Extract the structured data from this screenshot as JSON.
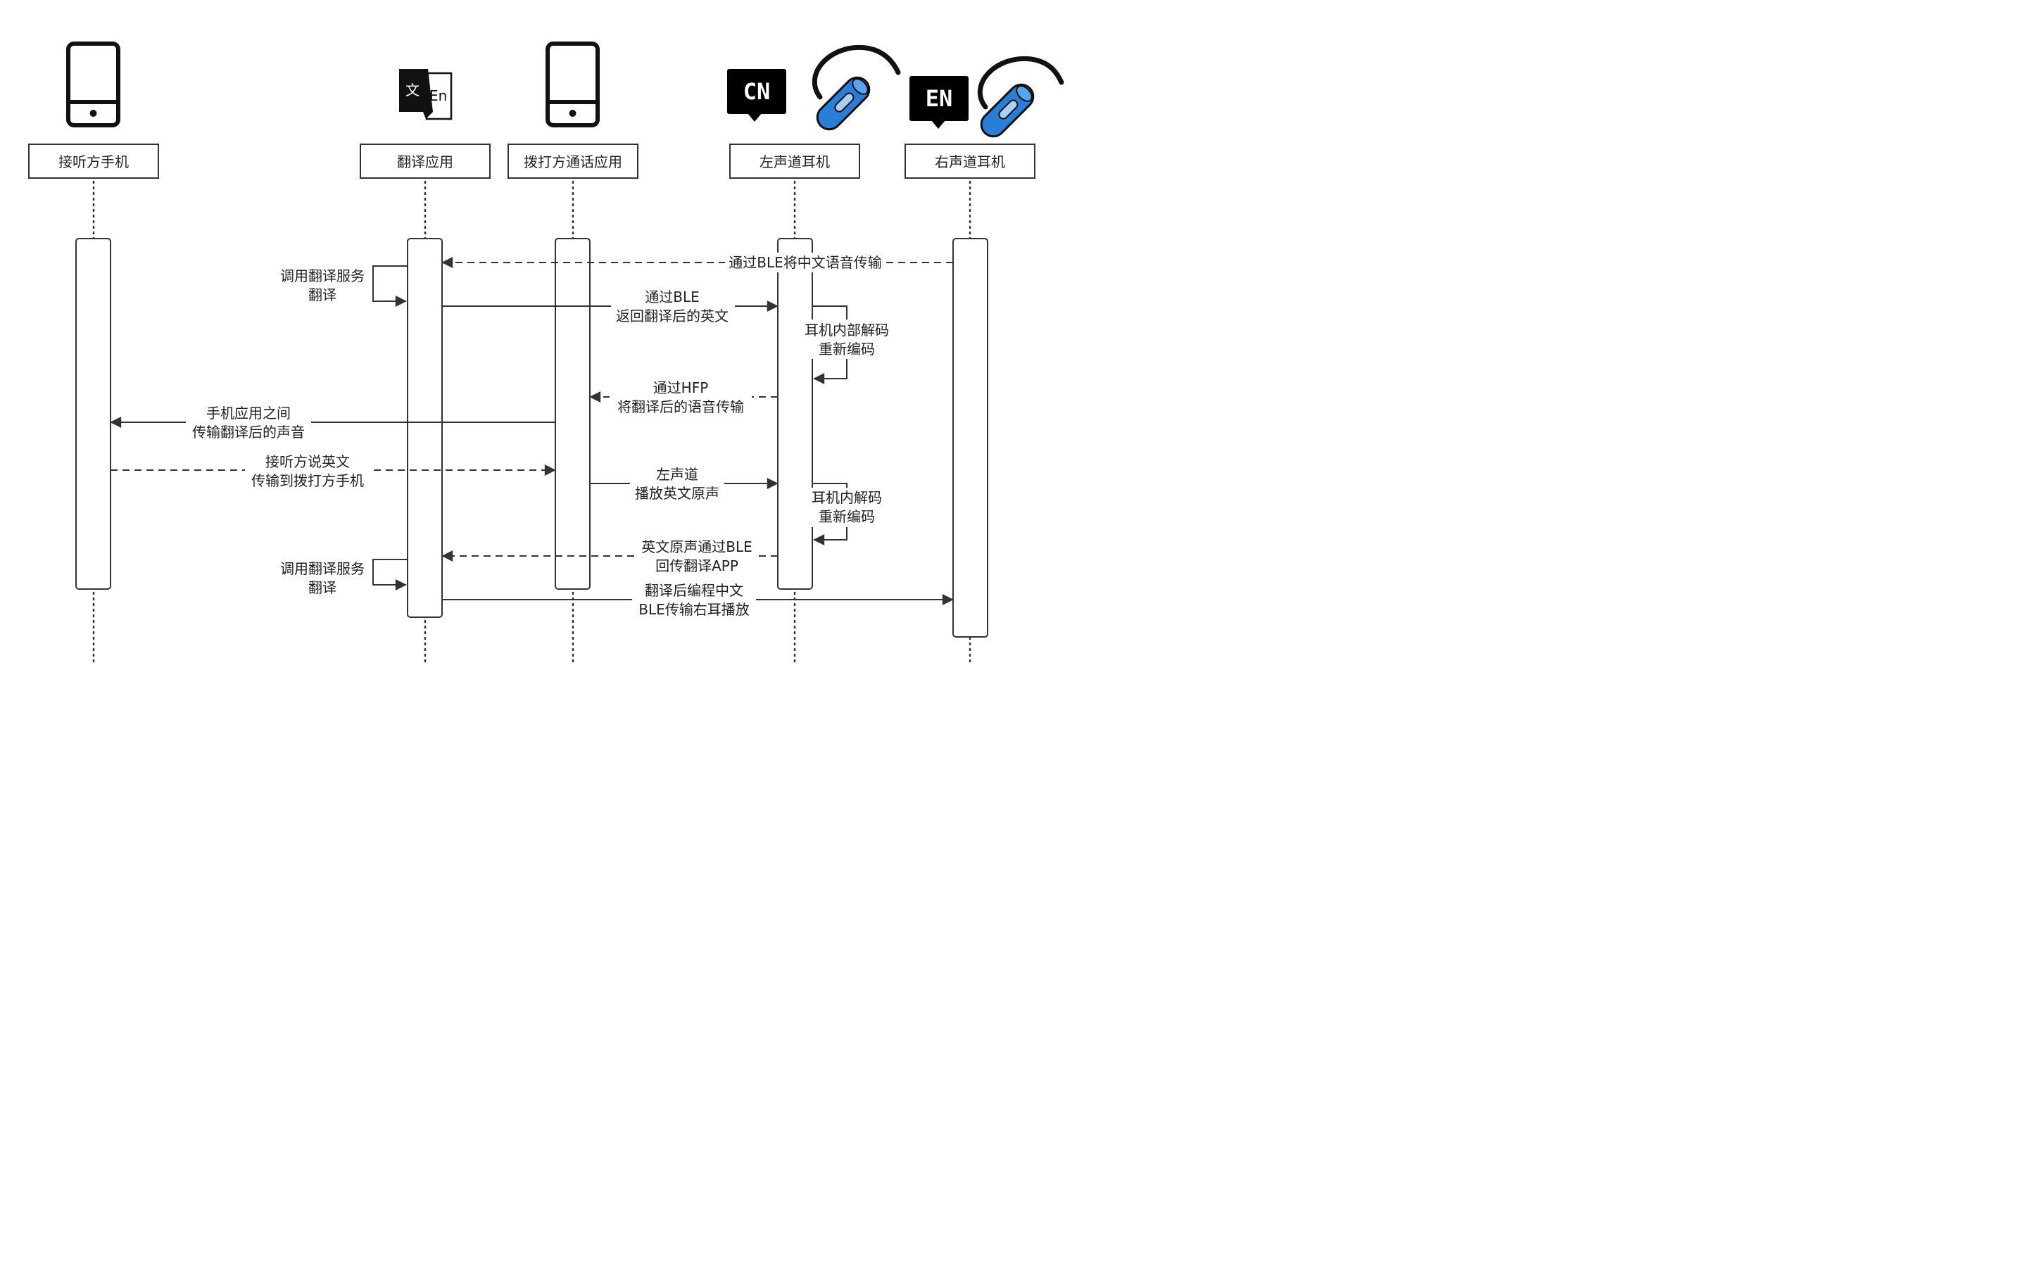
{
  "participants": [
    {
      "id": "p1",
      "label": "接听方手机"
    },
    {
      "id": "p2",
      "label": "翻译应用"
    },
    {
      "id": "p3",
      "label": "拨打方通话应用"
    },
    {
      "id": "p4",
      "label": "左声道耳机"
    },
    {
      "id": "p5",
      "label": "右声道耳机"
    }
  ],
  "icons": {
    "phone_icon": "phone-icon",
    "translate_icon": "translate-icon",
    "translate_glyph_zh": "文",
    "translate_glyph_en": "En",
    "earphone_icon": "earphone-icon",
    "cn_badge": "CN",
    "en_badge": "EN"
  },
  "colors": {
    "line": "#333333",
    "badge": "#000000",
    "earphone_body": "#2b7ed8",
    "earphone_hook": "#111111"
  },
  "messages": [
    {
      "id": "m1",
      "lines": [
        "通过BLE将中文语音传输"
      ],
      "style": "dashed"
    },
    {
      "id": "m2",
      "lines": [
        "调用翻译服务",
        "翻译"
      ],
      "style": "solid"
    },
    {
      "id": "m3",
      "lines": [
        "通过BLE",
        "返回翻译后的英文"
      ],
      "style": "solid"
    },
    {
      "id": "m4",
      "lines": [
        "耳机内部解码",
        "重新编码"
      ],
      "style": "solid"
    },
    {
      "id": "m5",
      "lines": [
        "通过HFP",
        "将翻译后的语音传输"
      ],
      "style": "dashed"
    },
    {
      "id": "m6",
      "lines": [
        "手机应用之间",
        "传输翻译后的声音"
      ],
      "style": "solid"
    },
    {
      "id": "m7",
      "lines": [
        "接听方说英文",
        "传输到拨打方手机"
      ],
      "style": "dashed"
    },
    {
      "id": "m8",
      "lines": [
        "左声道",
        "播放英文原声"
      ],
      "style": "solid"
    },
    {
      "id": "m9",
      "lines": [
        "耳机内解码",
        "重新编码"
      ],
      "style": "solid"
    },
    {
      "id": "m10",
      "lines": [
        "英文原声通过BLE",
        "回传翻译APP"
      ],
      "style": "dashed"
    },
    {
      "id": "m11",
      "lines": [
        "调用翻译服务",
        "翻译"
      ],
      "style": "solid"
    },
    {
      "id": "m12",
      "lines": [
        "翻译后编程中文",
        "BLE传输右耳播放"
      ],
      "style": "solid"
    }
  ]
}
